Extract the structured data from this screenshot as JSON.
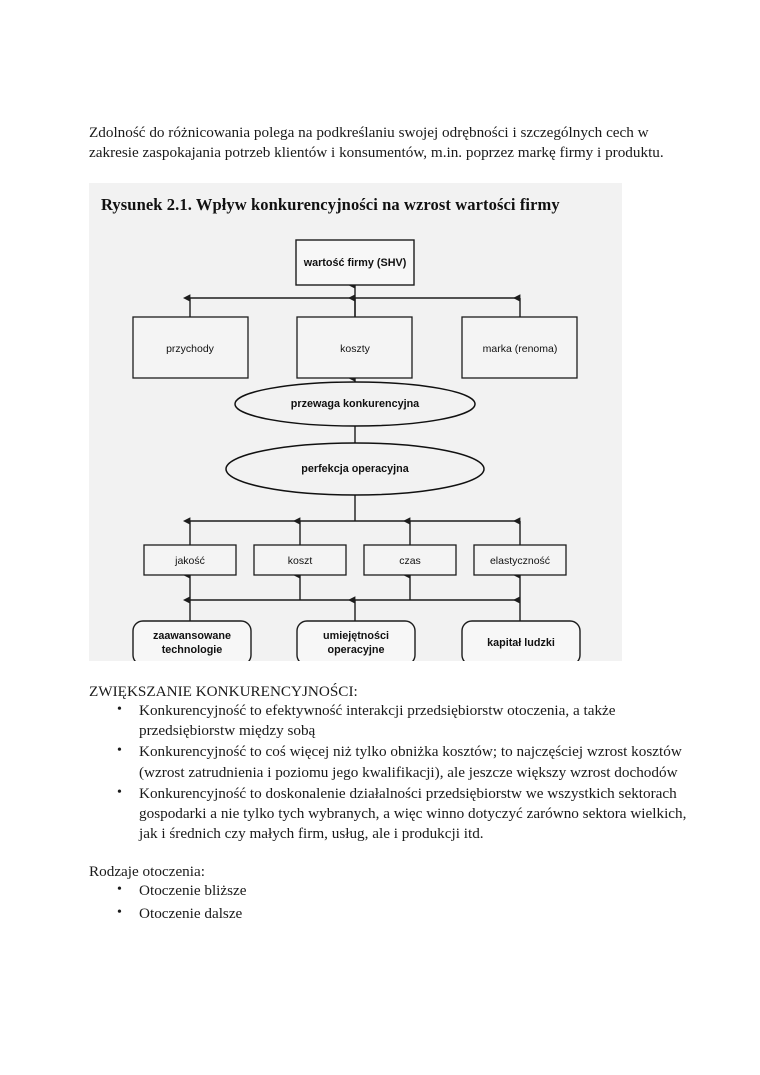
{
  "document": {
    "intro_paragraph": "Zdolność  do różnicowania polega na podkreślaniu swojej odrębności i szczególnych cech w zakresie zaspokajania potrzeb klientów i konsumentów, m.in. poprzez markę  firmy i produktu."
  },
  "figure": {
    "caption": "Rysunek 2.1. Wpływ konkurencyjności na wzrost wartości firmy",
    "background_color": "#f2f2f2",
    "line_color": "#1d1d1d",
    "nodes": {
      "top": {
        "label": "wartość firmy (SHV)",
        "shape": "rect"
      },
      "row2": [
        {
          "label": "przychody",
          "shape": "rect"
        },
        {
          "label": "koszty",
          "shape": "rect"
        },
        {
          "label": "marka (renoma)",
          "shape": "rect"
        }
      ],
      "ellipse1": {
        "label": "przewaga konkurencyjna",
        "shape": "ellipse"
      },
      "ellipse2": {
        "label": "perfekcja operacyjna",
        "shape": "ellipse"
      },
      "row4": [
        {
          "label": "jakość",
          "shape": "rect"
        },
        {
          "label": "koszt",
          "shape": "rect"
        },
        {
          "label": "czas",
          "shape": "rect"
        },
        {
          "label": "elastyczność",
          "shape": "rect"
        }
      ],
      "row5": [
        {
          "label": "zaawansowane technologie",
          "line1": "zaawansowane",
          "line2": "technologie",
          "shape": "rounded-rect"
        },
        {
          "label": "umiejętności operacyjne",
          "line1": "umiejętności",
          "line2": "operacyjne",
          "shape": "rounded-rect"
        },
        {
          "label": "kapitał ludzki",
          "line1": "kapitał ludzki",
          "line2": "",
          "shape": "rounded-rect"
        }
      ]
    }
  },
  "sections": [
    {
      "heading": "ZWIĘKSZANIE KONKURENCYJNOŚCI:",
      "bullets": [
        "Konkurencyjność to efektywność interakcji przedsiębiorstw otoczenia, a także przedsiębiorstw między sobą",
        "Konkurencyjność to coś więcej niż tylko obniżka kosztów; to najczęściej wzrost kosztów (wzrost zatrudnienia i poziomu jego kwalifikacji), ale jeszcze większy wzrost dochodów",
        "Konkurencyjność to doskonalenie działalności przedsiębiorstw we wszystkich sektorach gospodarki a nie tylko tych wybranych, a więc winno dotyczyć zarówno sektora wielkich, jak i średnich czy małych firm, usług, ale i produkcji itd."
      ]
    },
    {
      "heading": "Rodzaje otoczenia:",
      "bullets": [
        "Otoczenie bliższe",
        "Otoczenie dalsze"
      ]
    }
  ]
}
